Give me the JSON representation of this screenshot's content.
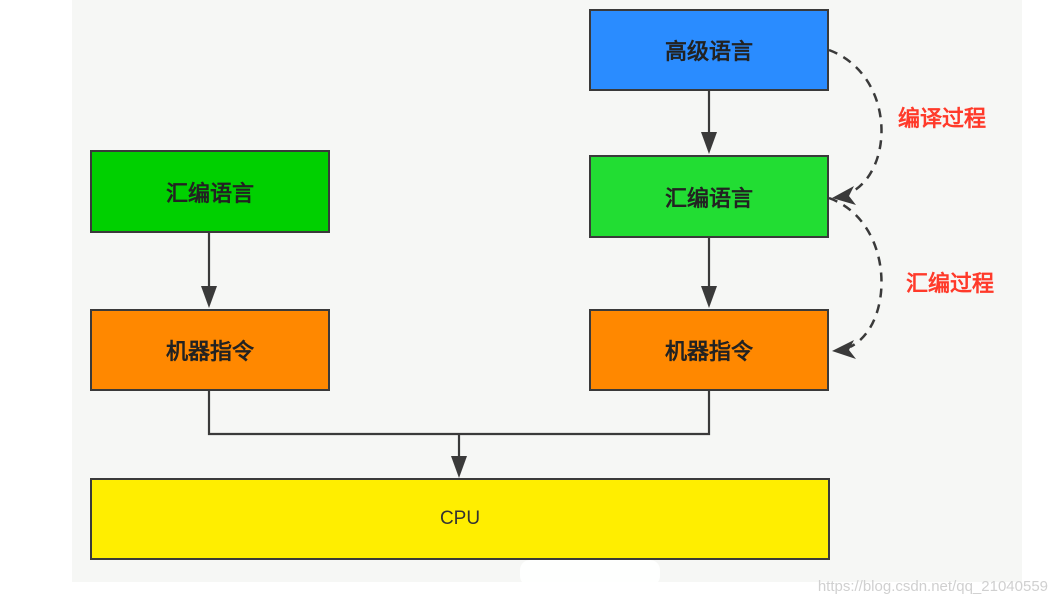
{
  "left_column": {
    "assembly_label": "汇编语言",
    "machine_label": "机器指令"
  },
  "right_column": {
    "high_level_label": "高级语言",
    "assembly_label": "汇编语言",
    "machine_label": "机器指令"
  },
  "cpu_label": "CPU",
  "process_labels": {
    "compile": "编译过程",
    "assemble": "汇编过程"
  },
  "watermark": "https://blog.csdn.net/qq_21040559",
  "colors": {
    "high_level_fill": "#2a8cff",
    "left_assembly_fill": "#00d000",
    "right_assembly_fill": "#22dd33",
    "machine_fill": "#ff8800",
    "cpu_fill": "#ffee00",
    "process_label_color": "#ff3a2a",
    "connector_color": "#3a3a3a"
  }
}
